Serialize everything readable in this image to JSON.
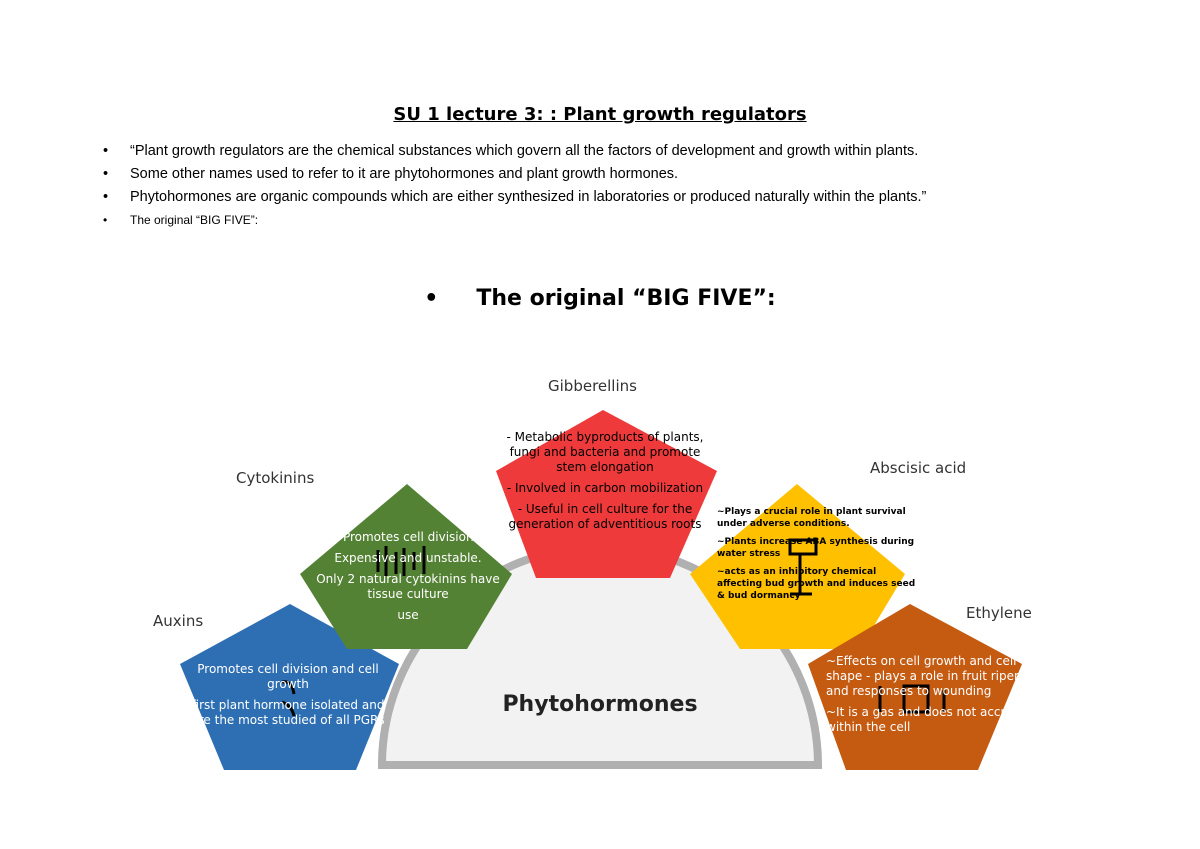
{
  "document": {
    "title": "SU 1 lecture 3: : Plant growth regulators",
    "bullet_symbol": "•",
    "bullets": [
      "“Plant growth regulators are the chemical substances which govern all the factors of development and growth within plants.",
      "Some other names used to refer to it are phytohormones and plant growth hormones.",
      "Phytohormones are organic compounds which are either synthesized in laboratories or produced naturally within the plants.”",
      "The original “BIG FIVE”:"
    ],
    "heading": "The original “BIG FIVE”:"
  },
  "diagram": {
    "center_label": "Phytohormones",
    "colors": {
      "auxins": "#2e6fb3",
      "cytokinins": "#548235",
      "gibberellins": "#ee3a3a",
      "abscisic_acid": "#ffc000",
      "ethylene": "#c55a11",
      "arc": "#b0b0b0"
    },
    "auxins": {
      "label": "Auxins",
      "lines": [
        "Promotes cell division and cell growth",
        "first plant hormone isolated and are the most studied of all PGRs"
      ]
    },
    "cytokinins": {
      "label": "Cytokinins",
      "lines": [
        "-Promotes cell division.",
        "Expensive and unstable.",
        "Only 2 natural cytokinins have tissue culture",
        "use"
      ]
    },
    "gibberellins": {
      "label": "Gibberellins",
      "lines": [
        "- Metabolic byproducts of plants, fungi and bacteria and promote stem elongation",
        "- Involved in carbon mobilization",
        "- Useful in cell culture for the generation of adventitious roots"
      ]
    },
    "abscisic_acid": {
      "label": "Abscisic acid",
      "lines": [
        "~Plays a crucial role in plant survival under adverse conditions.",
        "~Plants increase ABA synthesis during water stress",
        "~acts as an inhibitory chemical affecting bud growth and induces seed & bud dormancy"
      ]
    },
    "ethylene": {
      "label": "Ethylene",
      "lines": [
        "~Effects on cell growth and cell shape - plays a role in fruit ripening and responses to wounding",
        "~It is a gas and does not accumulate within the cell"
      ]
    }
  }
}
